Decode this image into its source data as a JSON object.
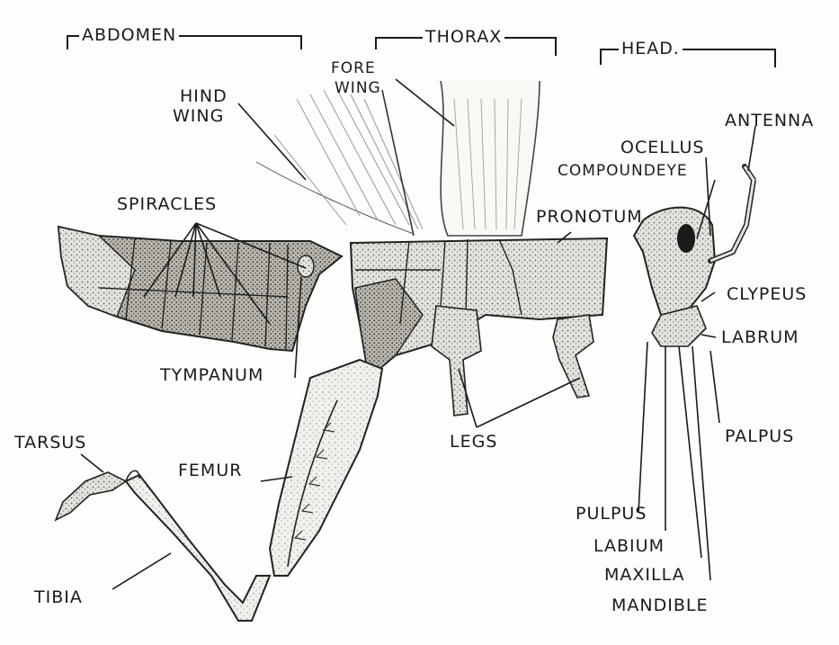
{
  "sections": {
    "abdomen": "ABDOMEN",
    "thorax": "THORAX",
    "head": "HEAD."
  },
  "labels": {
    "hind_wing_1": "HIND",
    "hind_wing_2": "WING",
    "fore_wing_1": "FORE",
    "fore_wing_2": "WING",
    "spiracles": "SPIRACLES",
    "tympanum": "TYMPANUM",
    "pronotum": "PRONOTUM",
    "antenna": "ANTENNA",
    "ocellus": "OCELLUS",
    "compound_eye": "COMPOUNDEYE",
    "clypeus": "CLYPEUS",
    "labrum": "LABRUM",
    "palpus": "PALPUS",
    "pulpus": "PULPUS",
    "labium": "LABIUM",
    "maxilla": "MAXILLA",
    "mandible": "MANDIBLE",
    "legs": "LEGS",
    "femur": "FEMUR",
    "tarsus": "TARSUS",
    "tibia": "TIBIA"
  }
}
